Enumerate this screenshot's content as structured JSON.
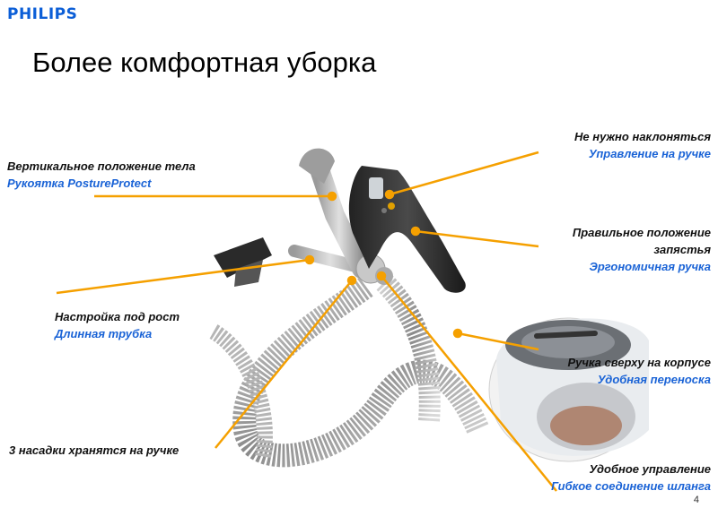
{
  "brand": {
    "logo_text": "PHILIPS",
    "color": "#0b5ed7"
  },
  "slide": {
    "title": "Более комфортная уборка",
    "page_number": "4"
  },
  "colors": {
    "leader": "#f5a000",
    "subtitle": "#1a63d6"
  },
  "callouts": [
    {
      "id": "posture",
      "title": "Вертикальное положение тела",
      "subtitle": "Рукоятка PostureProtect"
    },
    {
      "id": "height",
      "title": "Настройка под рост",
      "subtitle": "Длинная трубка"
    },
    {
      "id": "nozzles",
      "title": "3 насадки хранятся на ручке"
    },
    {
      "id": "nobend",
      "title": "Не нужно наклоняться",
      "subtitle": "Управление на ручке"
    },
    {
      "id": "wrist",
      "title": "Правильное положение запястья",
      "title_lines": [
        "Правильное положение",
        "запястья"
      ],
      "subtitle": "Эргономичная ручка"
    },
    {
      "id": "carry",
      "title": "Ручка сверху на корпусе",
      "subtitle": "Удобная переноска"
    },
    {
      "id": "control",
      "title": "Удобное управление",
      "subtitle": "Гибкое соединение шланга"
    }
  ]
}
